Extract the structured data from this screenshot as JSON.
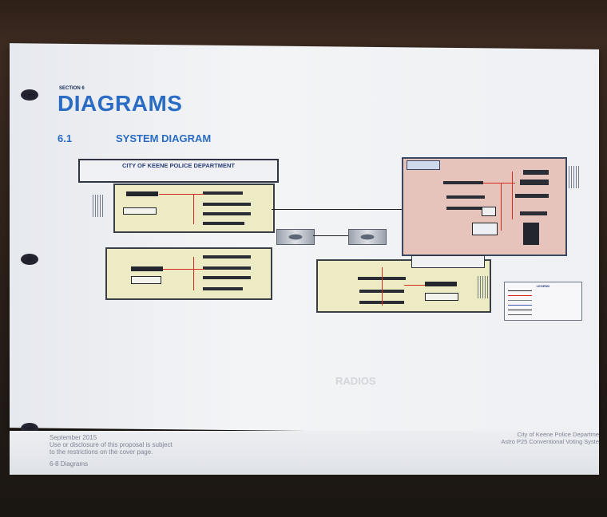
{
  "doc": {
    "section_label": "SECTION 6",
    "title": "DIAGRAMS",
    "sub_number": "6.1",
    "sub_title": "SYSTEM DIAGRAM",
    "diagram_header": "CITY OF KEENE POLICE DEPARTMENT",
    "ghost_text": "RADIOS"
  },
  "footer": {
    "date": "September 2015",
    "notice_line1": "Use or disclosure of this proposal is subject",
    "notice_line2": "to the restrictions on the cover page.",
    "page_ref": "6-8    Diagrams",
    "right_line1": "City of Keene Police Departme",
    "right_line2": "Astro P25 Conventional Voting Syste"
  },
  "legend": {
    "title": "LEGEND"
  },
  "colors": {
    "title_blue": "#2a6cc4",
    "diagram_yellow": "#ecebc4",
    "diagram_pink": "#e7c4bb",
    "link_red": "#d42a20"
  }
}
